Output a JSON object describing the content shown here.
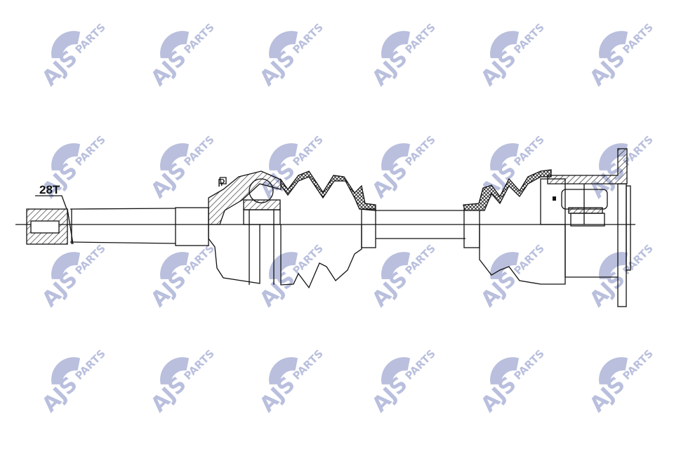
{
  "watermark": {
    "brand": "AJS",
    "sub": "PARTS",
    "color": "#b9bfdd"
  },
  "drawing": {
    "spline_label": "28T",
    "joint_marker": "P",
    "line_color": "#111111"
  }
}
